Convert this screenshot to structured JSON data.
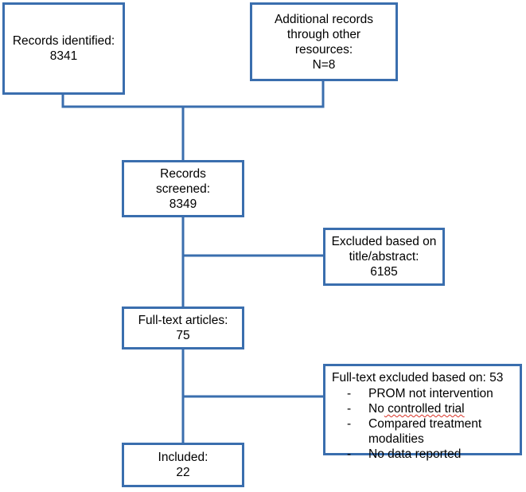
{
  "flow": {
    "identified": {
      "label": "Records identified:",
      "value": "8341"
    },
    "additional": {
      "line1": "Additional records",
      "line2": "through other",
      "line3": "resources:",
      "value": "N=8"
    },
    "screened": {
      "line1": "Records",
      "line2": "screened:",
      "value": "8349"
    },
    "excluded_title": {
      "line1": "Excluded based on",
      "line2": "title/abstract:",
      "value": "6185"
    },
    "fulltext": {
      "label": "Full-text articles:",
      "value": "75"
    },
    "fulltext_excluded": {
      "title": "Full-text excluded based on: 53",
      "dash": "-",
      "reasons": [
        {
          "part1": "PROM not intervention",
          "part2": ""
        },
        {
          "part1": "No",
          "part2": " controlled trial"
        },
        {
          "part1": "Compared treatment",
          "part2": "modalities"
        },
        {
          "part1": "No data reported",
          "part2": ""
        }
      ]
    },
    "included": {
      "label": "Included:",
      "value": "22"
    }
  },
  "colors": {
    "box_border": "#3a6eae",
    "connector": "#3a6eae",
    "spellcheck": "#d93025"
  }
}
